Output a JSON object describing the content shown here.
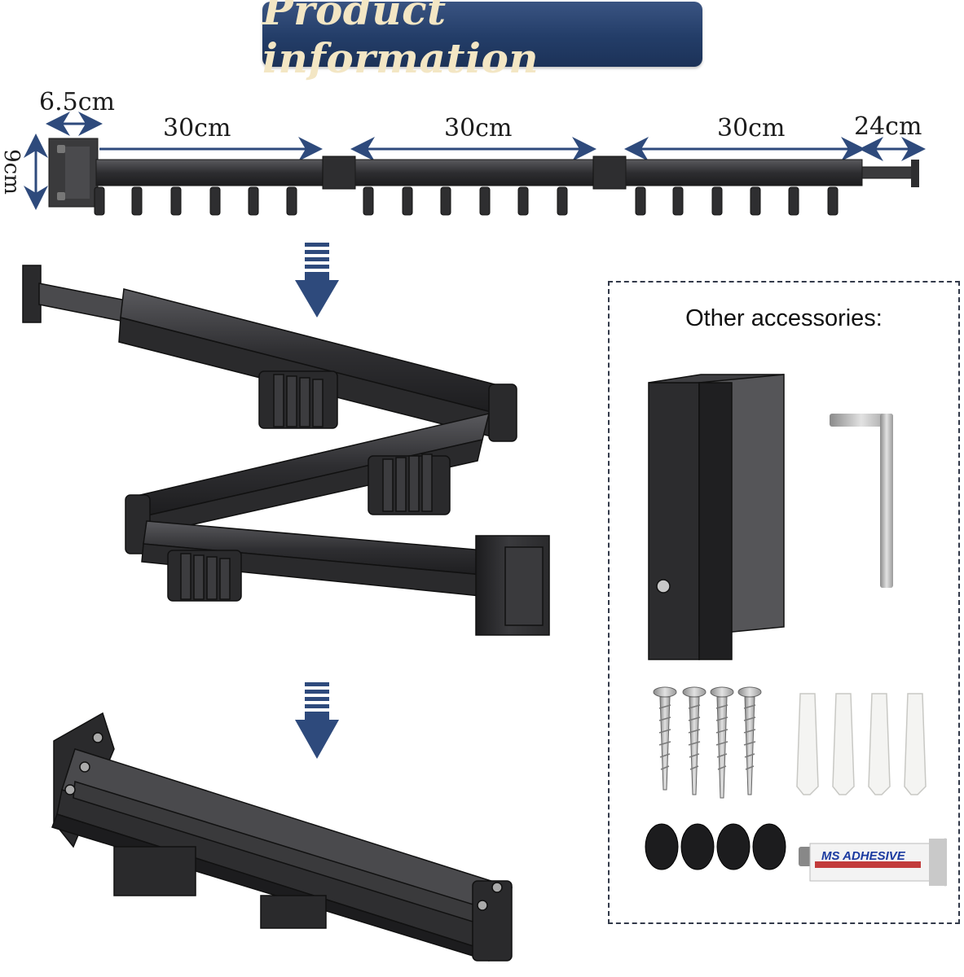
{
  "banner": {
    "title": "Product information"
  },
  "dimensions": {
    "base_width": "6.5cm",
    "height": "9cm",
    "arm_1": "30cm",
    "arm_2": "30cm",
    "arm_3": "30cm",
    "rod_extension": "24cm"
  },
  "accessories": {
    "title": "Other accessories:",
    "adhesive_label": "MS ADHESIVE"
  },
  "colors": {
    "banner": "#233d68",
    "banner_text": "#f3e6c4",
    "arrow": "#2e4a7c",
    "metal": "#3a3a3c"
  }
}
